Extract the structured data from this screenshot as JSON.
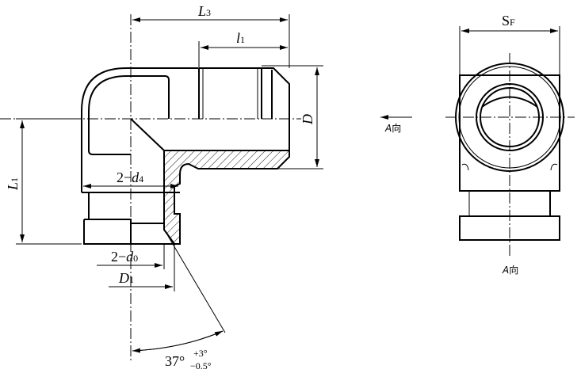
{
  "drawing": {
    "main_view": {
      "dim_L3": {
        "sym": "L",
        "sub": "3"
      },
      "dim_l1": {
        "sym": "l",
        "sub": "1"
      },
      "dim_D": "D",
      "dim_L1": {
        "sym": "L",
        "sub": "1"
      },
      "dim_d4": {
        "prefix": "2−",
        "sym": "d",
        "sub": "4"
      },
      "dim_d0": {
        "prefix": "2−",
        "sym": "d",
        "sub": "0"
      },
      "dim_D1": {
        "sym": "D",
        "sub": "1"
      },
      "angle": {
        "value": "37°",
        "upper": "+3°",
        "lower": "−0.5°"
      }
    },
    "view_arrow_label": {
      "sym": "A",
      "text": "向"
    },
    "side_view": {
      "dim_SF": {
        "sym": "S",
        "sub": "F"
      },
      "label": {
        "sym": "A",
        "text": "向"
      }
    }
  }
}
